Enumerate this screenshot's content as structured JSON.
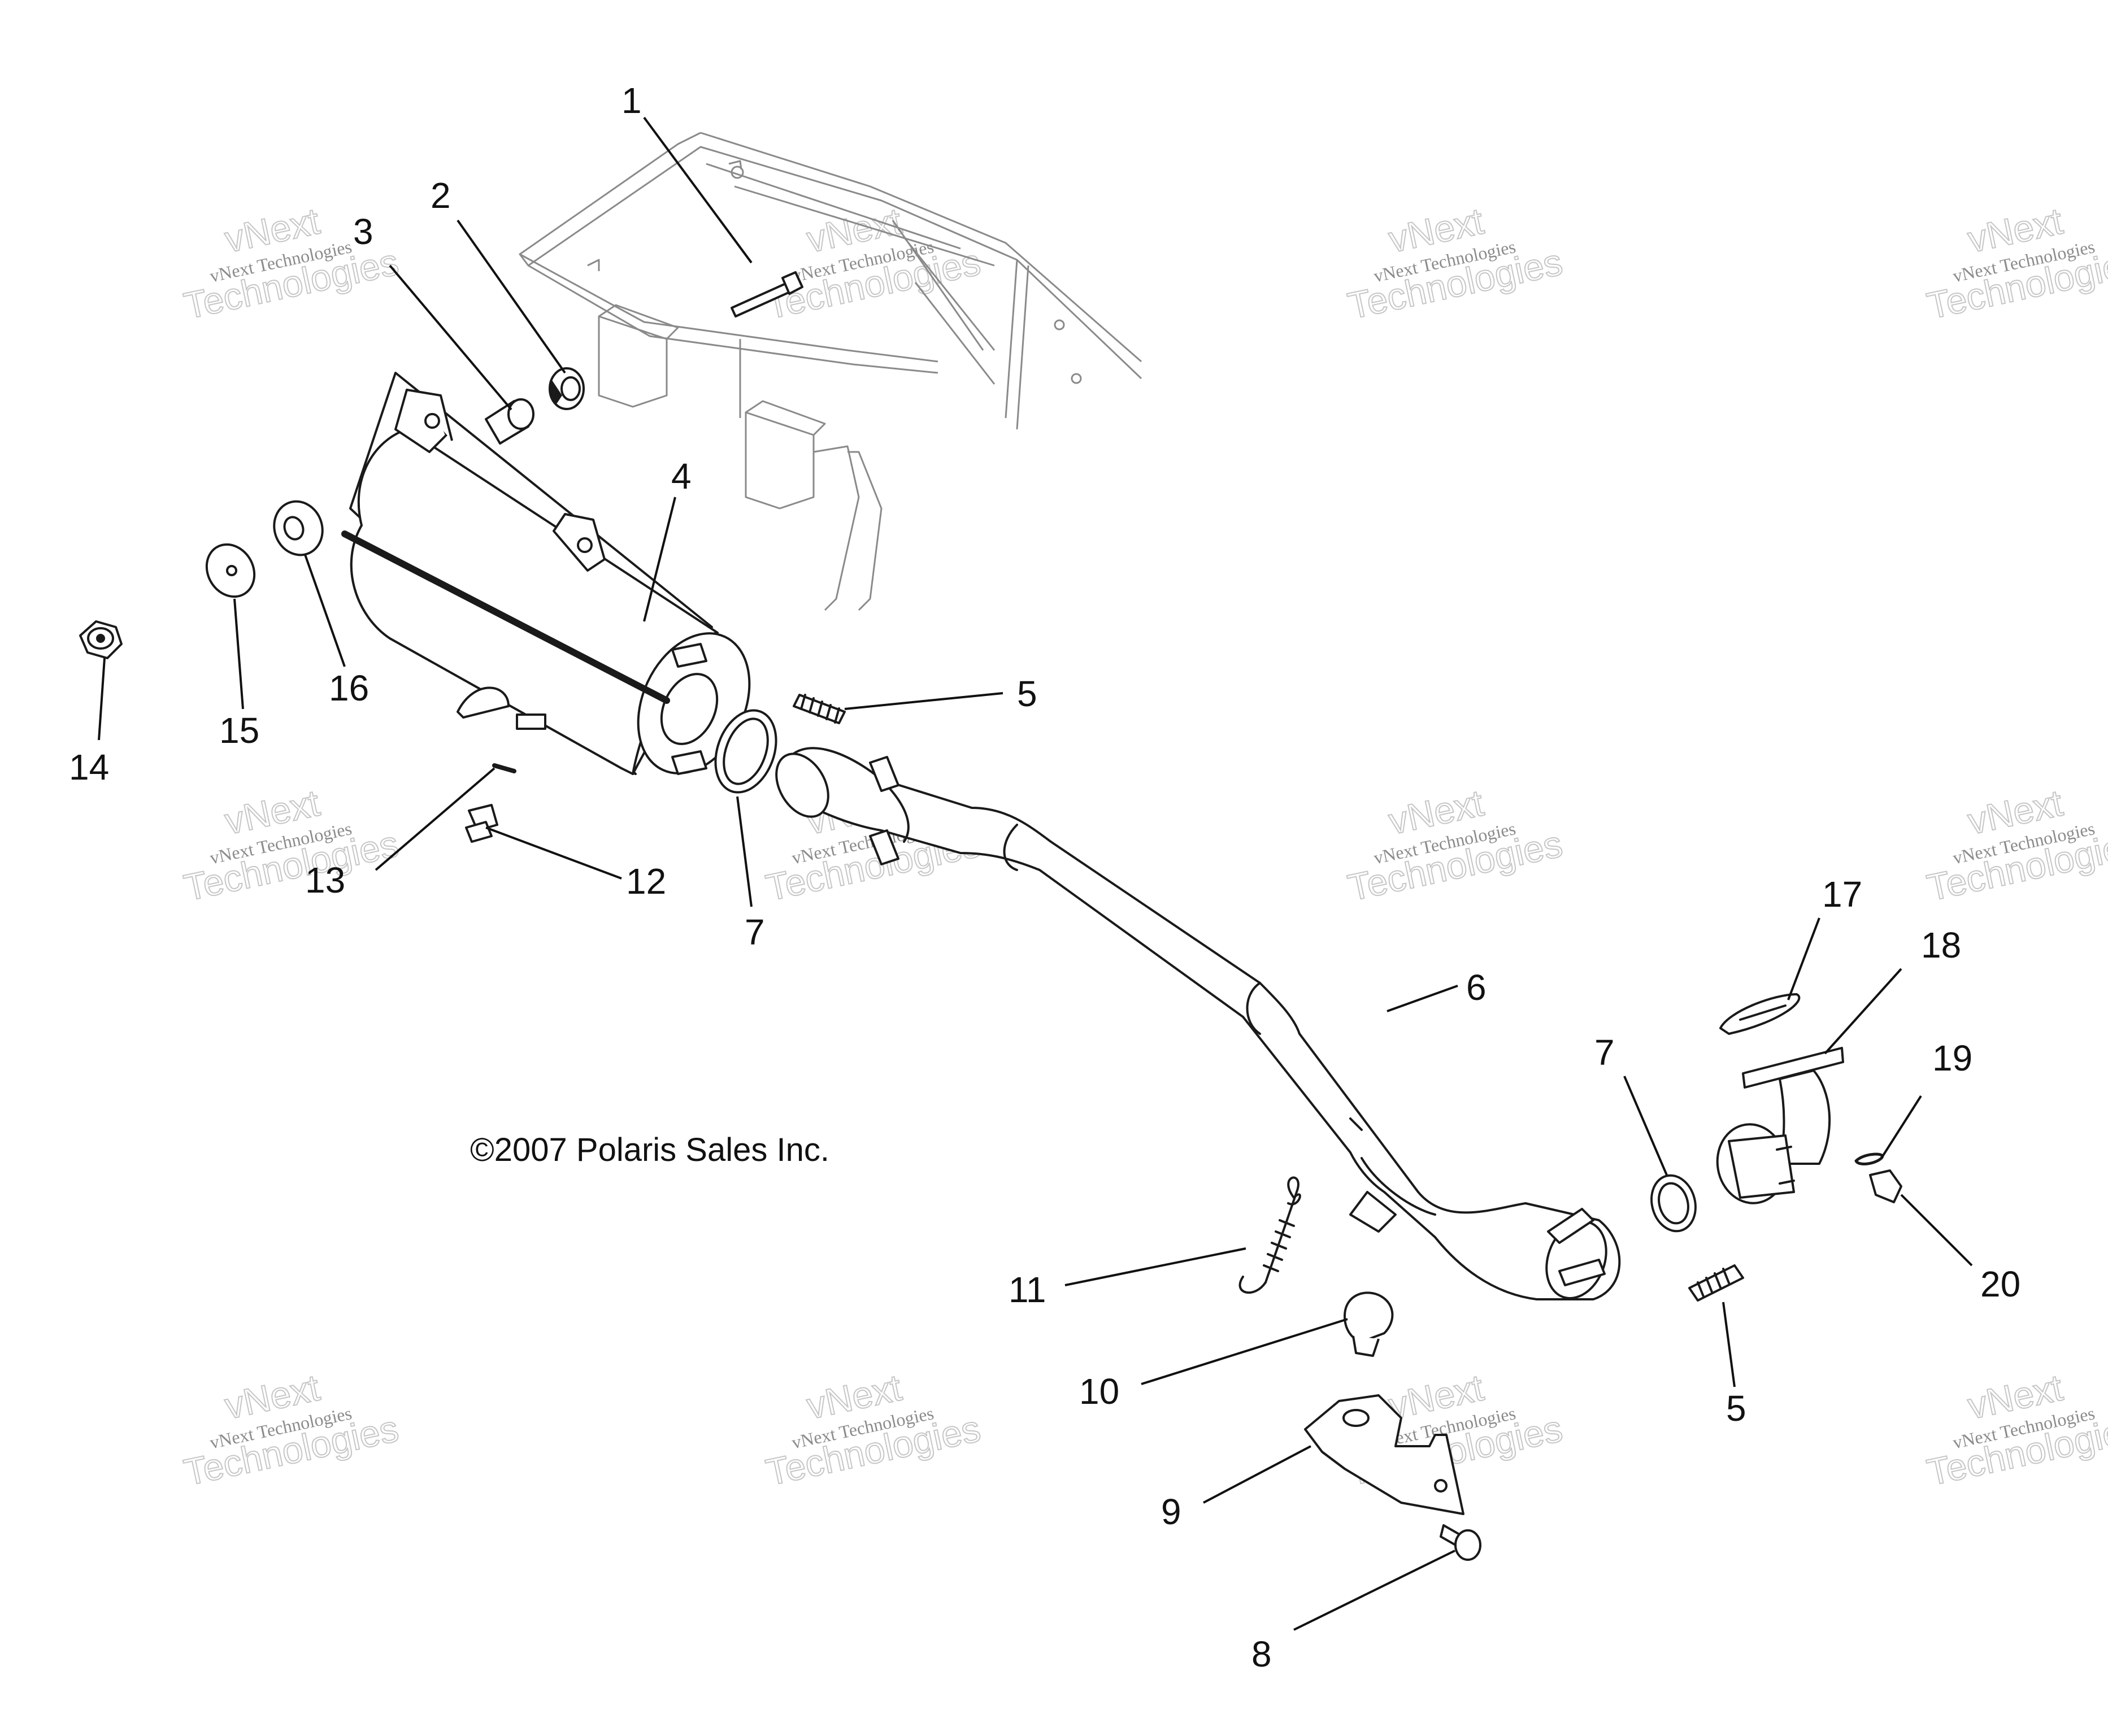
{
  "copyright": "©2007 Polaris Sales Inc.",
  "watermark": {
    "line1": "vNext Technologies",
    "line2a": "vNext",
    "line2b": "Technologies"
  },
  "callouts": [
    {
      "id": "c1",
      "text": "1"
    },
    {
      "id": "c2",
      "text": "2"
    },
    {
      "id": "c3",
      "text": "3"
    },
    {
      "id": "c4",
      "text": "4"
    },
    {
      "id": "c5a",
      "text": "5"
    },
    {
      "id": "c5b",
      "text": "5"
    },
    {
      "id": "c6",
      "text": "6"
    },
    {
      "id": "c7a",
      "text": "7"
    },
    {
      "id": "c7b",
      "text": "7"
    },
    {
      "id": "c8",
      "text": "8"
    },
    {
      "id": "c9",
      "text": "9"
    },
    {
      "id": "c10",
      "text": "10"
    },
    {
      "id": "c11",
      "text": "11"
    },
    {
      "id": "c12",
      "text": "12"
    },
    {
      "id": "c13",
      "text": "13"
    },
    {
      "id": "c14",
      "text": "14"
    },
    {
      "id": "c15",
      "text": "15"
    },
    {
      "id": "c16",
      "text": "16"
    },
    {
      "id": "c17",
      "text": "17"
    },
    {
      "id": "c18",
      "text": "18"
    },
    {
      "id": "c19",
      "text": "19"
    },
    {
      "id": "c20",
      "text": "20"
    }
  ]
}
